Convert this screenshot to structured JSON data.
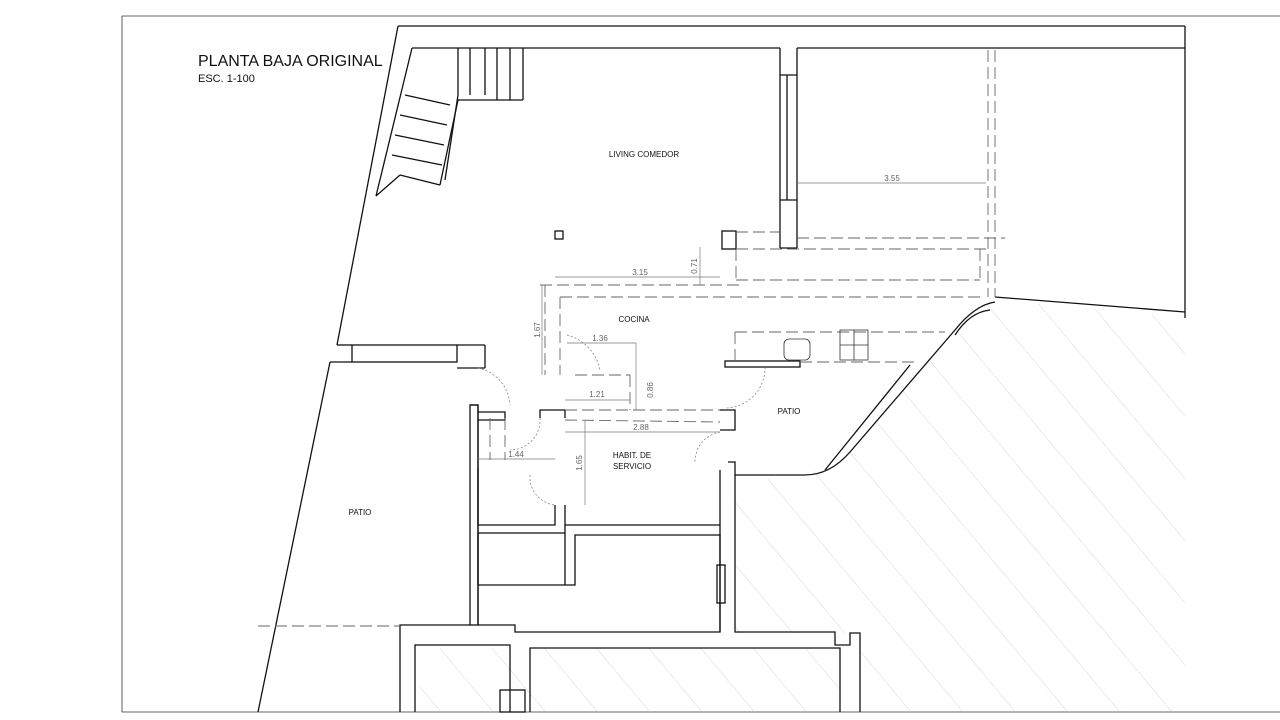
{
  "title": "PLANTA BAJA ORIGINAL",
  "scale": "ESC. 1-100",
  "rooms": {
    "living": "LIVING COMEDOR",
    "cocina": "COCINA",
    "patio_right": "PATIO",
    "habit_line1": "HABIT. DE",
    "habit_line2": "SERVICIO",
    "patio_left": "PATIO"
  },
  "dimensions": {
    "d355": "3.55",
    "d315": "3.15",
    "d071": "0.71",
    "d167": "1.67",
    "d136": "1.36",
    "d086": "0.86",
    "d121": "1.21",
    "d288": "2.88",
    "d144": "1.44",
    "d165": "1.65"
  },
  "colors": {
    "line": "#111111",
    "dim": "#777777"
  }
}
